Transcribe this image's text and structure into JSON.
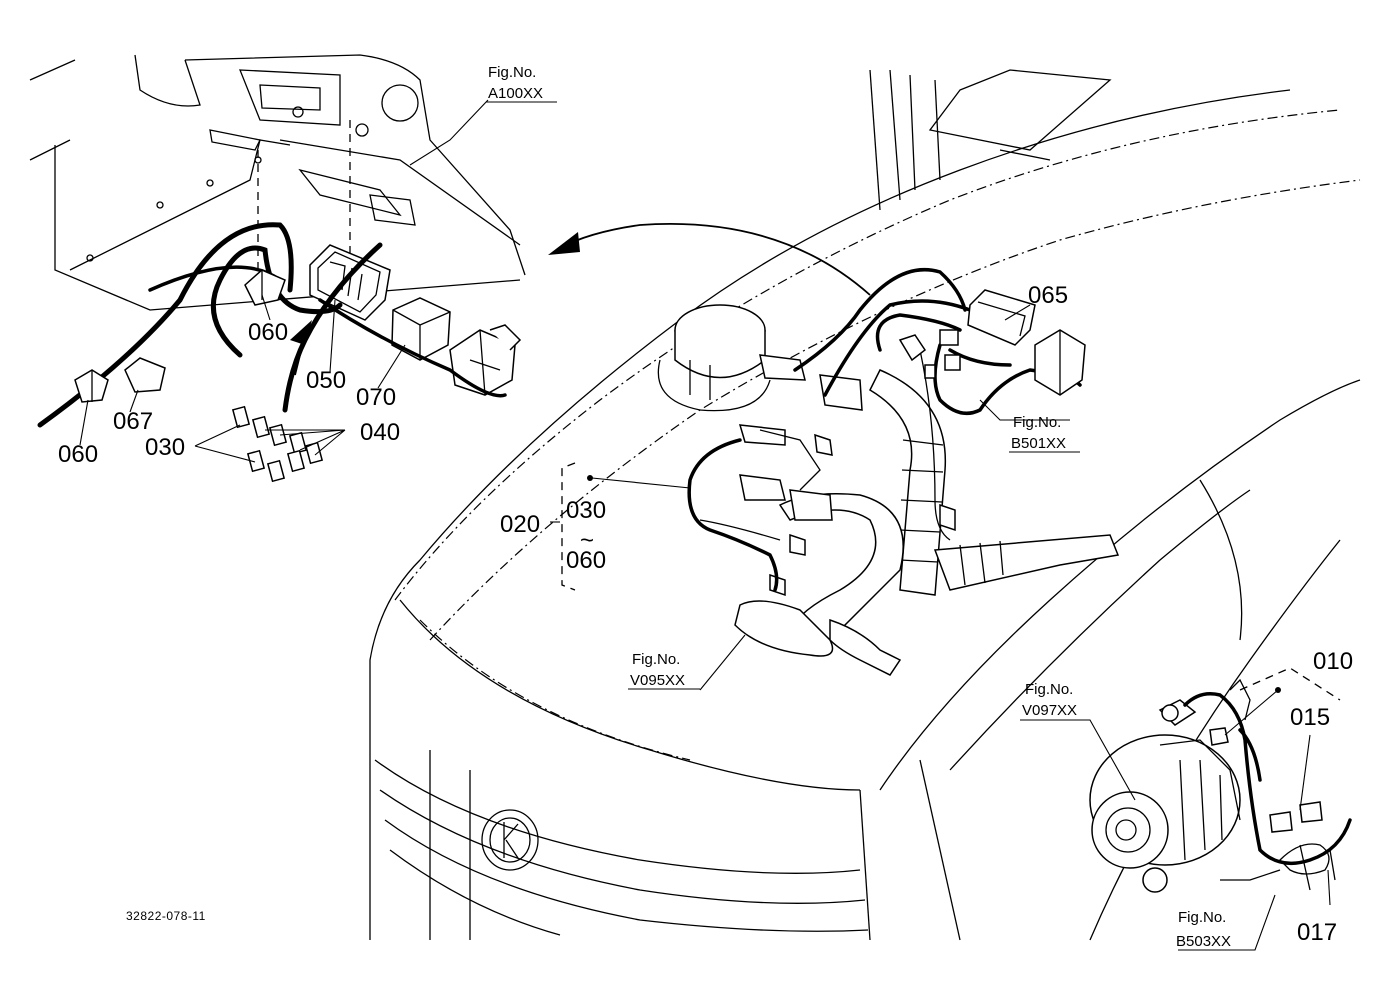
{
  "labels": {
    "p010": "010",
    "p015": "015",
    "p017": "017",
    "p020": "020",
    "p030_main": "030",
    "p060_main": "060",
    "tilde": "~",
    "p030_fuse": "030",
    "p040": "040",
    "p050": "050",
    "p060_a": "060",
    "p060_b": "060",
    "p065": "065",
    "p067": "067",
    "p070": "070"
  },
  "fig_refs": {
    "a100": {
      "title": "Fig.No.",
      "code": "A100XX"
    },
    "b501": {
      "title": "Fig.No.",
      "code": "B501XX"
    },
    "v095": {
      "title": "Fig.No.",
      "code": "V095XX"
    },
    "v097": {
      "title": "Fig.No.",
      "code": "V097XX"
    },
    "b503": {
      "title": "Fig.No.",
      "code": "B503XX"
    }
  },
  "drawing_code": "32822-078-11"
}
